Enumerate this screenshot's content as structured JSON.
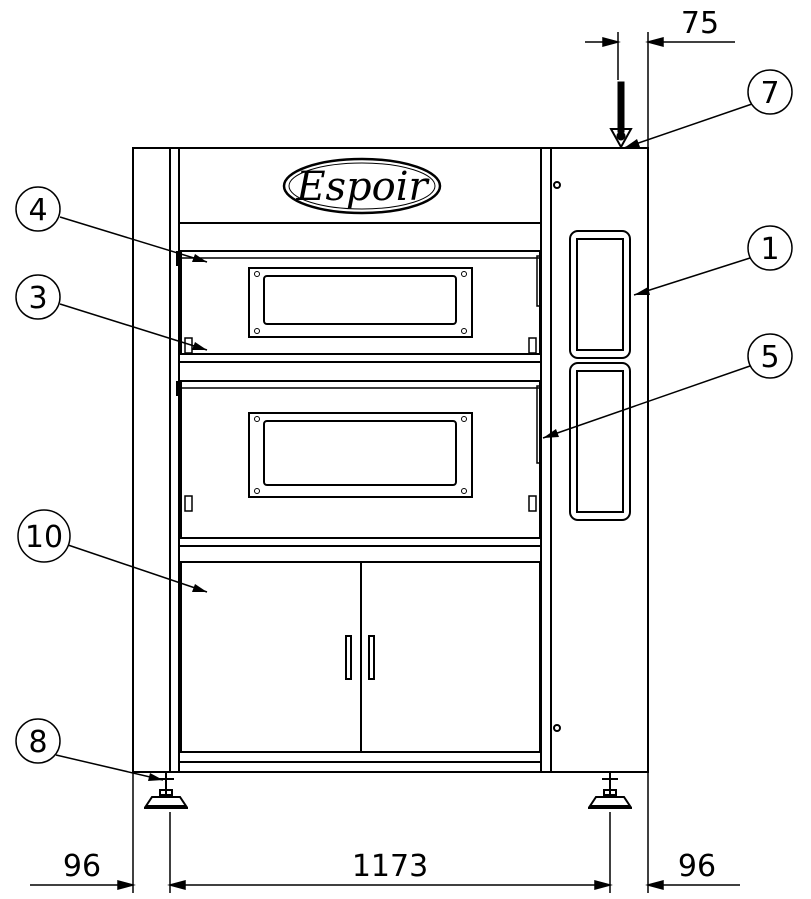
{
  "brand": {
    "name": "Espoir"
  },
  "dimensions": {
    "top_offset": "75",
    "left_margin": "96",
    "inner_width": "1173",
    "right_margin": "96"
  },
  "callouts": [
    {
      "number": "1"
    },
    {
      "number": "3"
    },
    {
      "number": "4"
    },
    {
      "number": "5"
    },
    {
      "number": "7"
    },
    {
      "number": "8"
    },
    {
      "number": "10"
    }
  ]
}
